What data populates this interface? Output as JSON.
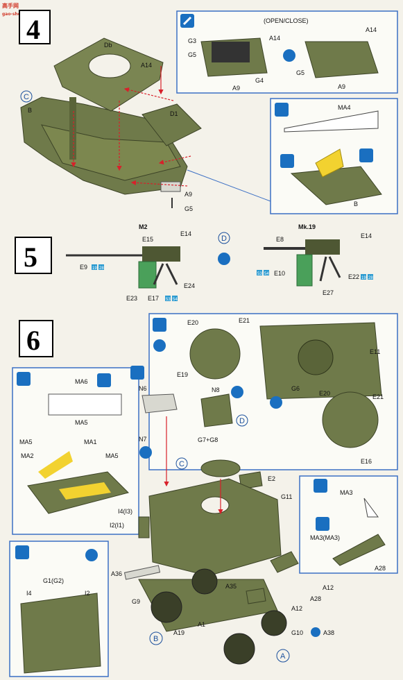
{
  "watermark": {
    "line1": "高手网",
    "line2": "gao-shou.com"
  },
  "step4": {
    "number": "4",
    "inset_caption": "(OPEN/CLOSE)",
    "labels": {
      "db": "Db",
      "a14": "A14",
      "b": "B",
      "d1": "D1",
      "a9": "A9",
      "g5": "G5",
      "g3": "G3",
      "g4": "G4",
      "ma4": "MA4",
      "circle_c": "C"
    }
  },
  "step5": {
    "number": "5",
    "m2": "M2",
    "mk19": "Mk.19",
    "circle_d": "D",
    "labels": {
      "e14": "E14",
      "e15": "E15",
      "e9": "E9",
      "e24": "E24",
      "e23": "E23",
      "e17": "E17",
      "e8": "E8",
      "e10": "E10",
      "e22": "E22",
      "e27": "E27"
    },
    "badges": {
      "b19": "19",
      "b28": "28",
      "b53": "53",
      "b54": "54"
    }
  },
  "step6": {
    "number": "6",
    "labels": {
      "e20": "E20",
      "e21": "E21",
      "e19": "E19",
      "e11": "E11",
      "g6": "G6",
      "e16": "E16",
      "ma6": "MA6",
      "ma5": "MA5",
      "ma1": "MA1",
      "ma2": "MA2",
      "n6": "N6",
      "n7": "N7",
      "n8": "N8",
      "g7g8": "G7+G8",
      "e2": "E2",
      "g11": "G11",
      "i4": "I4(I3)",
      "i2": "I2(I1)",
      "a36": "A36",
      "g9": "G9",
      "a19": "A19",
      "a1": "A1",
      "a35": "A35",
      "a12": "A12",
      "a28": "A28",
      "g10": "G10",
      "a38": "A38",
      "ma3": "MA3",
      "ma3b": "MA3(MA3)",
      "g1": "G1(G2)",
      "i4b": "I4",
      "i2b": "I2",
      "circle_a": "A",
      "circle_b": "B",
      "circle_c": "C",
      "circle_d": "D"
    }
  },
  "colors": {
    "olive": "#6f7a4a",
    "olive_dark": "#4e5733",
    "inset_border": "#3b6fc4",
    "icon_blue": "#1a6fc0",
    "arrow_red": "#d8202a",
    "decal_yellow": "#f2d230"
  }
}
